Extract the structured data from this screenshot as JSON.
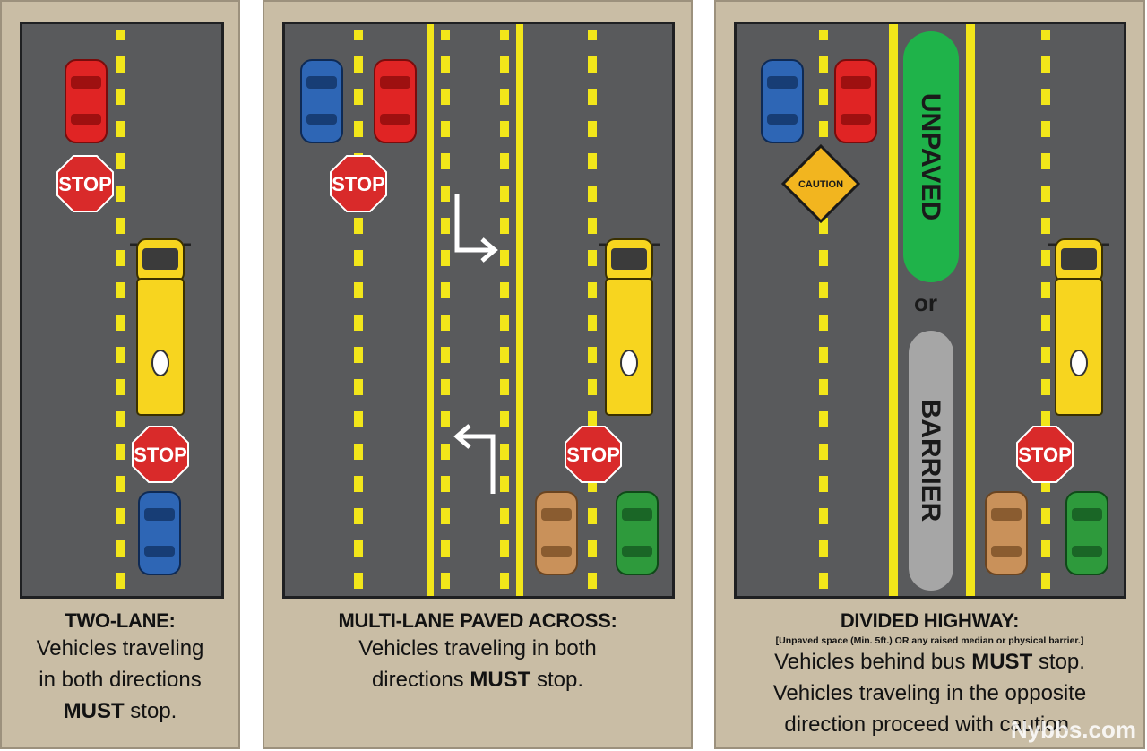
{
  "panels": [
    {
      "title": "TWO-LANE:",
      "lines": [
        "Vehicles traveling",
        "in both directions"
      ],
      "last_bold": "MUST",
      "last_rest": " stop."
    },
    {
      "title": "MULTI-LANE PAVED ACROSS:",
      "line1": "Vehicles traveling in both",
      "line2_bold": "MUST",
      "line2_pre": "directions ",
      "line2_post": " stop."
    },
    {
      "title": "DIVIDED HIGHWAY:",
      "subtitle": "[Unpaved space (Min. 5ft.) OR any raised median or physical barrier.]",
      "line1_pre": "Vehicles behind bus ",
      "line1_bold": "MUST",
      "line1_post": " stop.",
      "line2": "Vehicles traveling in the opposite",
      "line3": "direction proceed with caution."
    }
  ],
  "signs": {
    "stop": "STOP",
    "caution": "CAUTION"
  },
  "median": {
    "unpaved": "UNPAVED",
    "or": "or",
    "barrier": "BARRIER"
  },
  "watermark": "Nybbs.com",
  "colors": {
    "road": "#595a5c",
    "lane_line": "#f2e61a",
    "bus": "#f7d51f",
    "stop_sign": "#d92a2a",
    "car_red": "#e02424",
    "car_blue": "#2e66b5",
    "car_green": "#2e9a3c",
    "car_tan": "#c9915a",
    "unpaved": "#1fb34a",
    "barrier": "#a6a6a6",
    "frame": "#c9bda5"
  }
}
